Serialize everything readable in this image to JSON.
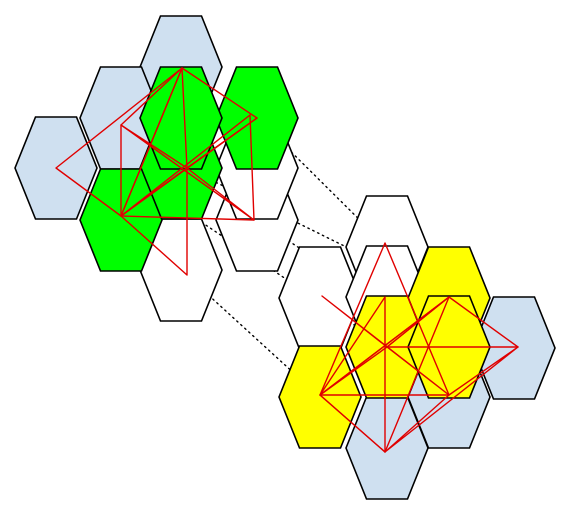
{
  "colors": {
    "blue": "#cfe0f0",
    "green": "#00ff00",
    "yellow": "#ffff00",
    "white": "#ffffff",
    "outline": "#000000",
    "triangle": "#e00000"
  },
  "clusters": [
    {
      "id": "left",
      "cells": [
        {
          "fill": "blue"
        },
        {
          "fill": "blue"
        },
        {
          "fill": "green"
        },
        {
          "fill": "blue"
        },
        {
          "fill": "green"
        },
        {
          "fill": "white"
        },
        {
          "fill": "green"
        },
        {
          "fill": "green"
        },
        {
          "fill": "white"
        },
        {
          "fill": "white"
        }
      ]
    },
    {
      "id": "right",
      "cells": [
        {
          "fill": "white"
        },
        {
          "fill": "white"
        },
        {
          "fill": "yellow"
        },
        {
          "fill": "white"
        },
        {
          "fill": "yellow"
        },
        {
          "fill": "blue"
        },
        {
          "fill": "yellow"
        },
        {
          "fill": "yellow"
        },
        {
          "fill": "blue"
        },
        {
          "fill": "blue"
        }
      ]
    }
  ]
}
